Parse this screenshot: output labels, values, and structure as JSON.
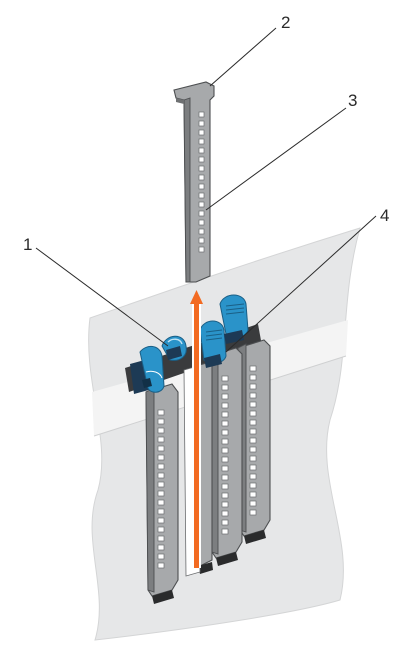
{
  "callouts": [
    {
      "id": "1",
      "label": "1"
    },
    {
      "id": "2",
      "label": "2"
    },
    {
      "id": "3",
      "label": "3"
    },
    {
      "id": "4",
      "label": "4"
    }
  ],
  "colors": {
    "chassis_panel": "#e6e7e8",
    "chassis_band": "#f3f3f3",
    "bracket_fill": "#a7a9ab",
    "bracket_outline": "#4d4f51",
    "latch_blue": "#2a93c9",
    "latch_dark": "#1d3a55",
    "arrow_orange": "#f26a21"
  },
  "icons": [
    "expansion-card-latch",
    "filler-bracket",
    "removal-arrow"
  ]
}
